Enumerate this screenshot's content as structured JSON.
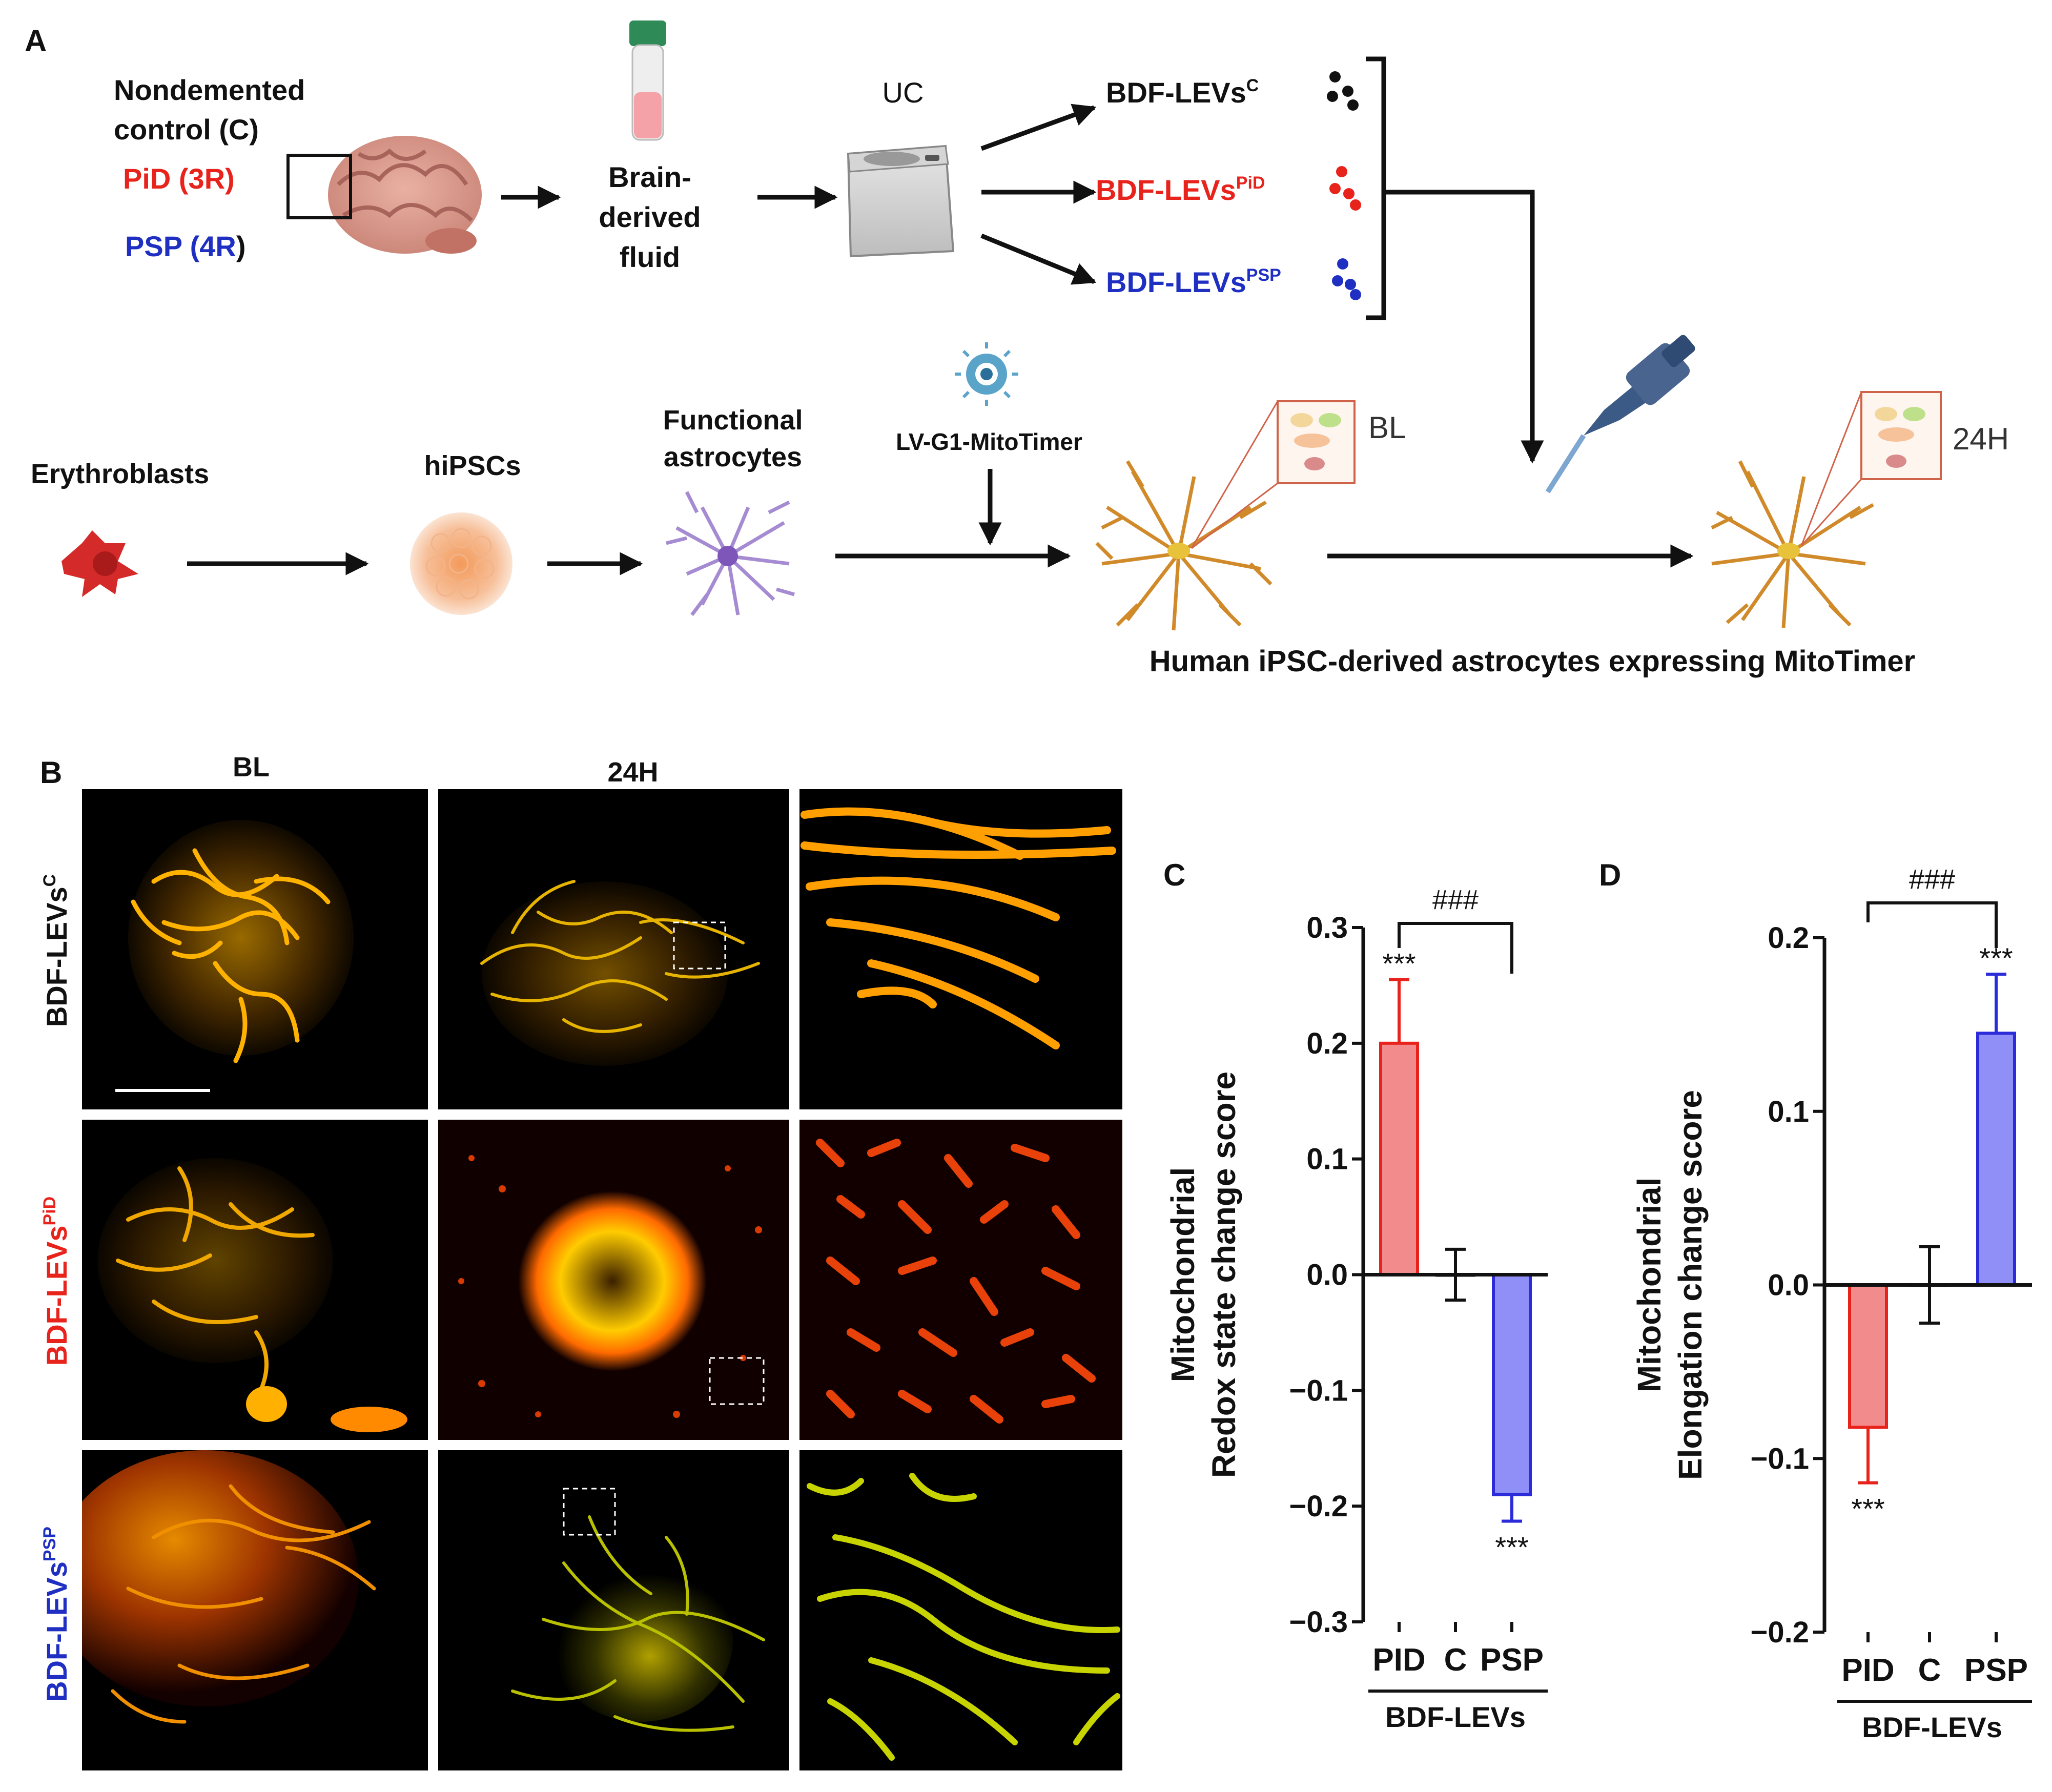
{
  "panel_a": {
    "label": "A",
    "brain_groups": {
      "control": "Nondemented",
      "control2": "control (C)",
      "pid": "PiD (3R)",
      "psp_main": "PSP (4R",
      "psp_paren": ")"
    },
    "fluid_label_1": "Brain-",
    "fluid_label_2": "derived",
    "fluid_label_3": "fluid",
    "uc_label": "UC",
    "levs": [
      {
        "base": "BDF-LEVs",
        "sup": "C",
        "color": "#111111"
      },
      {
        "base": "BDF-LEVs",
        "sup": "PiD",
        "color": "#e8231c"
      },
      {
        "base": "BDF-LEVs",
        "sup": "PSP",
        "color": "#1f2fc2"
      }
    ],
    "erythroblasts": "Erythroblasts",
    "hipscs": "hiPSCs",
    "functional_1": "Functional",
    "functional_2": "astrocytes",
    "lv_label": "LV-G1-MitoTimer",
    "bl_label": "BL",
    "h24_label": "24H",
    "astro_caption": "Human iPSC-derived astrocytes expressing MitoTimer"
  },
  "panel_b": {
    "label": "B",
    "col_bl": "BL",
    "col_24h": "24H",
    "rows": [
      {
        "base": "BDF-LEVs",
        "sup": "C",
        "color": "#111111"
      },
      {
        "base": "BDF-LEVs",
        "sup": "PiD",
        "color": "#e8231c"
      },
      {
        "base": "BDF-LEVs",
        "sup": "PSP",
        "color": "#1f2fc2"
      }
    ]
  },
  "chart_data": [
    {
      "panel": "C",
      "type": "bar",
      "categories": [
        "PID",
        "C",
        "PSP"
      ],
      "values": [
        0.2,
        0.0,
        -0.19
      ],
      "errors": [
        0.055,
        0.022,
        0.023
      ],
      "colors": [
        "#f28b8b",
        "#ffffff",
        "#8f8ff7"
      ],
      "edge_colors": [
        "#e8231c",
        "#111111",
        "#2b2bd9"
      ],
      "ylabel_1": "Mitochondrial",
      "ylabel_2": "Redox state change score",
      "xlabel": "BDF-LEVs",
      "ylim": [
        -0.3,
        0.3
      ],
      "yticks": [
        "0.3",
        "0.2",
        "0.1",
        "0.0",
        "−0.1",
        "−0.2",
        "−0.3"
      ],
      "ytick_values": [
        0.3,
        0.2,
        0.1,
        0.0,
        -0.1,
        -0.2,
        -0.3
      ],
      "significance": [
        "***",
        "",
        "***"
      ],
      "comparison": "###"
    },
    {
      "panel": "D",
      "type": "bar",
      "categories": [
        "PID",
        "C",
        "PSP"
      ],
      "values": [
        -0.082,
        0.0,
        0.145
      ],
      "errors": [
        0.032,
        0.022,
        0.034
      ],
      "colors": [
        "#f28b8b",
        "#ffffff",
        "#8f8ff7"
      ],
      "edge_colors": [
        "#e8231c",
        "#111111",
        "#2b2bd9"
      ],
      "ylabel_1": "Mitochondrial",
      "ylabel_2": "Elongation change score",
      "xlabel": "BDF-LEVs",
      "ylim": [
        -0.2,
        0.2
      ],
      "yticks": [
        "0.2",
        "0.1",
        "0.0",
        "−0.1",
        "−0.2"
      ],
      "ytick_values": [
        0.2,
        0.1,
        0.0,
        -0.1,
        -0.2
      ],
      "significance": [
        "***",
        "",
        "***"
      ],
      "comparison": "###"
    }
  ]
}
